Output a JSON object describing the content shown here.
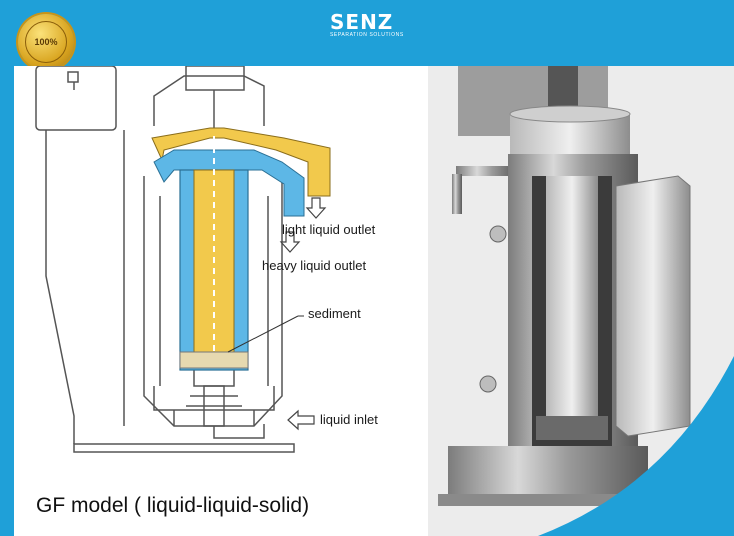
{
  "brand": {
    "name": "SENZ",
    "tagline": "SEPARATION SOLUTIONS"
  },
  "seal": {
    "text": "100%"
  },
  "colors": {
    "band": "#1fa0d8",
    "light_liquid": "#f2c94c",
    "heavy_liquid": "#5db7e6"
  },
  "diagram": {
    "labels": {
      "light_outlet": "light liquid outlet",
      "heavy_outlet": "heavy liquid outlet",
      "sediment": "sediment",
      "inlet": "liquid inlet"
    }
  },
  "caption": "GF model ( liquid-liquid-solid)"
}
